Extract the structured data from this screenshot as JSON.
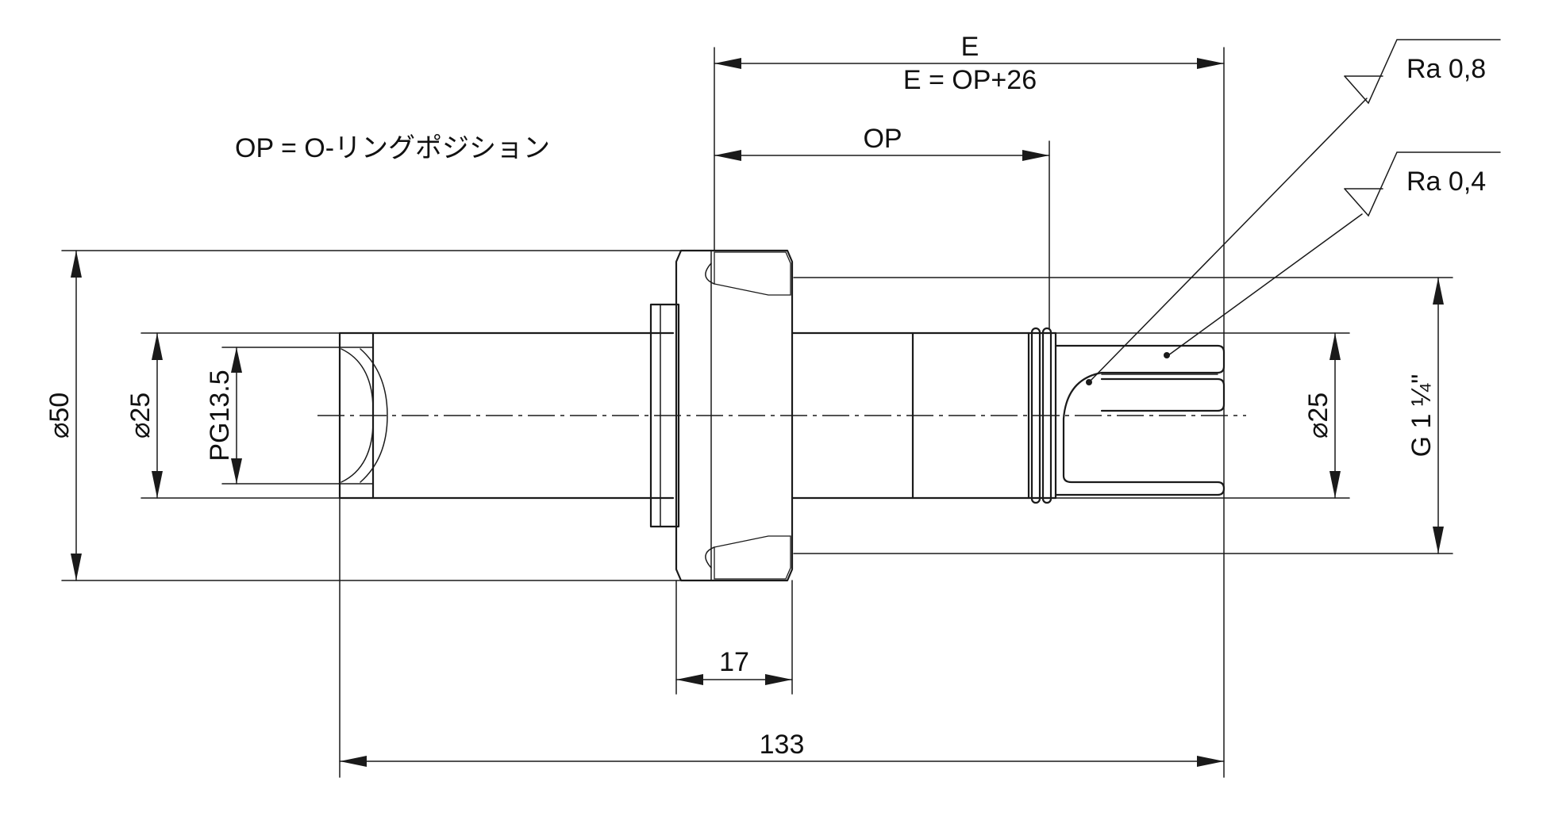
{
  "note": "OP = O-リングポジション",
  "labels": {
    "e_label": "E",
    "e_formula": "E = OP+26",
    "op_label": "OP",
    "ra_upper": "Ra 0,8",
    "ra_lower": "Ra 0,4",
    "dia_50": "⌀50",
    "dia_25_left": "⌀25",
    "thread_pg": "PG13.5",
    "dia_25_right": "⌀25",
    "thread_g": "G 1 ¼\"",
    "width_17": "17",
    "length_133": "133"
  },
  "colors": {
    "line": "#1a1a1a",
    "text": "#111111",
    "background": "#ffffff"
  }
}
